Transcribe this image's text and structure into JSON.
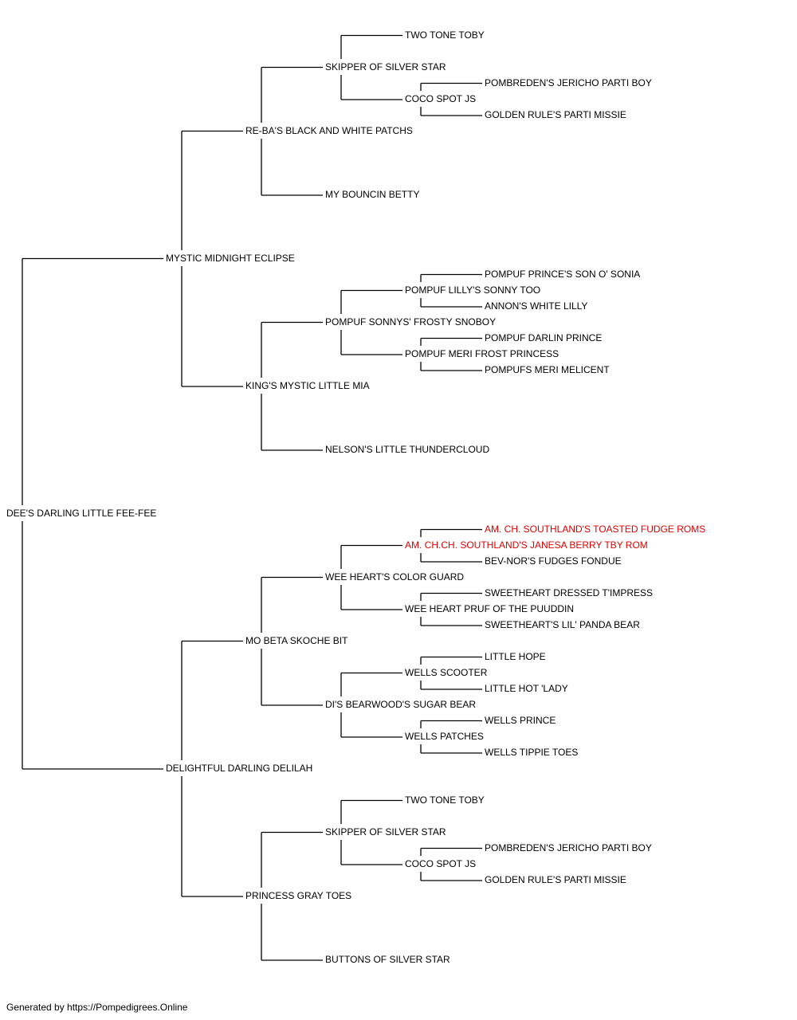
{
  "colors": {
    "text": "#000000",
    "highlight": "#e00000",
    "line": "#000000"
  },
  "pedigree": {
    "name": "DEE'S DARLING LITTLE FEE-FEE",
    "sire": {
      "name": "MYSTIC MIDNIGHT ECLIPSE",
      "sire": {
        "name": "RE-BA'S BLACK AND WHITE PATCHS",
        "sire": {
          "name": "SKIPPER OF SILVER STAR",
          "sire": {
            "name": "TWO TONE TOBY"
          },
          "dam": {
            "name": "COCO SPOT JS",
            "sire": {
              "name": "POMBREDEN'S JERICHO PARTI BOY"
            },
            "dam": {
              "name": "GOLDEN RULE'S PARTI MISSIE"
            }
          }
        },
        "dam": {
          "name": "MY BOUNCIN BETTY"
        }
      },
      "dam": {
        "name": "KING'S MYSTIC LITTLE MIA",
        "sire": {
          "name": "POMPUF SONNYS' FROSTY SNOBOY",
          "sire": {
            "name": "POMPUF LILLY'S SONNY TOO",
            "sire": {
              "name": "POMPUF PRINCE'S SON O' SONIA"
            },
            "dam": {
              "name": "ANNON'S WHITE LILLY"
            }
          },
          "dam": {
            "name": "POMPUF MERI FROST PRINCESS",
            "sire": {
              "name": "POMPUF DARLIN PRINCE"
            },
            "dam": {
              "name": "POMPUFS MERI MELICENT"
            }
          }
        },
        "dam": {
          "name": "NELSON'S LITTLE THUNDERCLOUD"
        }
      }
    },
    "dam": {
      "name": "DELIGHTFUL DARLING DELILAH",
      "sire": {
        "name": "MO BETA SKOCHE BIT",
        "sire": {
          "name": "WEE HEART'S COLOR GUARD",
          "sire": {
            "name": "AM. CH.CH. SOUTHLAND'S JANESA BERRY TBY ROM",
            "highlight": true,
            "sire": {
              "name": "AM. CH. SOUTHLAND'S TOASTED FUDGE ROMS",
              "highlight": true
            },
            "dam": {
              "name": "BEV-NOR'S FUDGES FONDUE"
            }
          },
          "dam": {
            "name": "WEE HEART PRUF OF THE PUUDDIN",
            "sire": {
              "name": "SWEETHEART DRESSED T'IMPRESS"
            },
            "dam": {
              "name": "SWEETHEART'S LIL' PANDA BEAR"
            }
          }
        },
        "dam": {
          "name": "DI'S BEARWOOD'S SUGAR BEAR",
          "sire": {
            "name": "WELLS SCOOTER",
            "sire": {
              "name": "LITTLE HOPE"
            },
            "dam": {
              "name": "LITTLE HOT 'LADY"
            }
          },
          "dam": {
            "name": "WELLS PATCHES",
            "sire": {
              "name": "WELLS PRINCE"
            },
            "dam": {
              "name": "WELLS TIPPIE TOES"
            }
          }
        }
      },
      "dam": {
        "name": "PRINCESS GRAY TOES",
        "sire": {
          "name": "SKIPPER OF SILVER STAR",
          "sire": {
            "name": "TWO TONE TOBY"
          },
          "dam": {
            "name": "COCO SPOT JS",
            "sire": {
              "name": "POMBREDEN'S JERICHO PARTI BOY"
            },
            "dam": {
              "name": "GOLDEN RULE'S PARTI MISSIE"
            }
          }
        },
        "dam": {
          "name": "BUTTONS OF SILVER STAR"
        }
      }
    }
  },
  "footer": {
    "text": "Generated by https://Pompedigrees.Online"
  }
}
